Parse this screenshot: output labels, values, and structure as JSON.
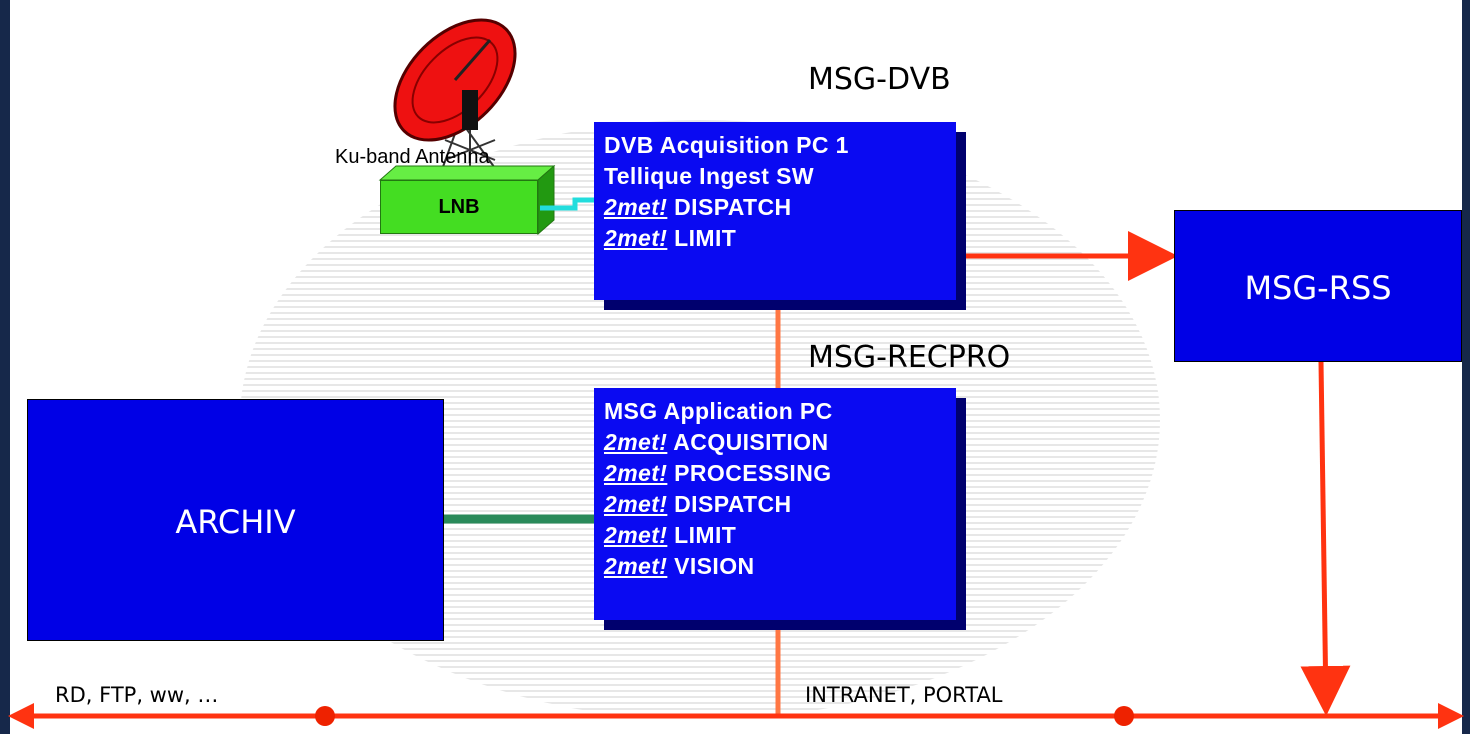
{
  "antenna": {
    "caption": "Ku-band Antenna",
    "dish_color": "#ee1111"
  },
  "lnb": {
    "label": "LNB",
    "color": "#44dd22"
  },
  "msg_dvb": {
    "title": "MSG-DVB",
    "lines": [
      {
        "prefix": "",
        "text": "DVB Acquisition PC 1"
      },
      {
        "prefix": "",
        "text": "Tellique Ingest SW"
      },
      {
        "prefix": "2met!",
        "text": " DISPATCH"
      },
      {
        "prefix": "2met!",
        "text": " LIMIT"
      }
    ]
  },
  "msg_recpro": {
    "title": "MSG-RECPRO",
    "lines": [
      {
        "prefix": "",
        "text": "MSG Application PC"
      },
      {
        "prefix": "2met!",
        "text": " ACQUISITION"
      },
      {
        "prefix": "2met!",
        "text": " PROCESSING"
      },
      {
        "prefix": "2met!",
        "text": " DISPATCH"
      },
      {
        "prefix": "2met!",
        "text": " LIMIT"
      },
      {
        "prefix": "2met!",
        "text": " VISION"
      }
    ]
  },
  "msg_rss": {
    "label": "MSG-RSS"
  },
  "archiv": {
    "label": "ARCHIV"
  },
  "network": {
    "left_label": "RD, FTP, ww, …",
    "center_label": "INTRANET, PORTAL"
  },
  "colors": {
    "box_blue": "#0000e6",
    "arrow_red": "#ff3311",
    "link_cyan": "#22dddd",
    "link_green": "#2a8a5a",
    "frame_navy": "#16284a"
  }
}
